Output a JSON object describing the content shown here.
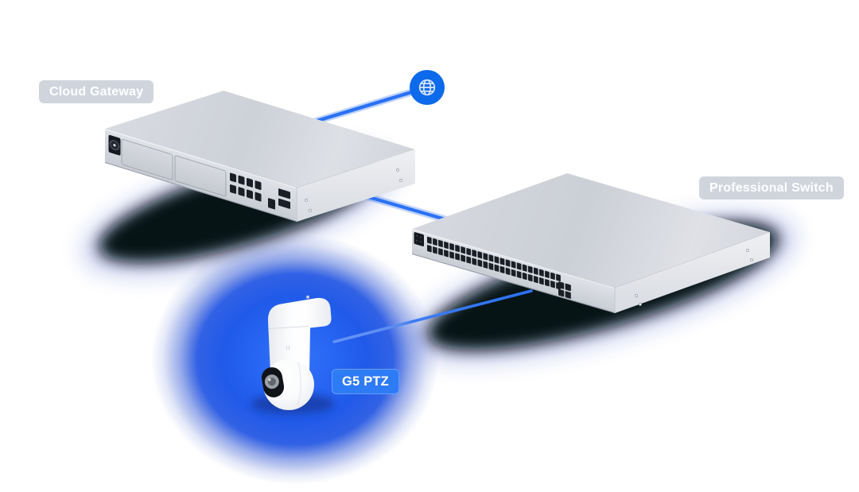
{
  "diagram": {
    "type": "network-topology",
    "nodes": [
      {
        "id": "internet",
        "kind": "internet",
        "icon": "globe-icon"
      },
      {
        "id": "gateway",
        "kind": "device",
        "label": "Cloud Gateway"
      },
      {
        "id": "switch",
        "kind": "device",
        "label": "Professional Switch"
      },
      {
        "id": "camera",
        "kind": "camera",
        "label": "G5 PTZ"
      }
    ],
    "connections": [
      {
        "from": "gateway",
        "to": "internet"
      },
      {
        "from": "gateway",
        "to": "switch"
      },
      {
        "from": "switch",
        "to": "camera"
      }
    ],
    "colors": {
      "background": "#ffffff",
      "connection_line": "#2b71f4",
      "globe_fill": "#0d6aeb",
      "camera_glow": "#2262f2",
      "device_label_bg": "#cdd2db",
      "device_label_text": "#ffffff",
      "camera_label_bg": "#2e7bf6",
      "camera_label_text": "#ffffff",
      "device_body": "#d3d6dd",
      "device_shadow": "#05070e"
    }
  }
}
